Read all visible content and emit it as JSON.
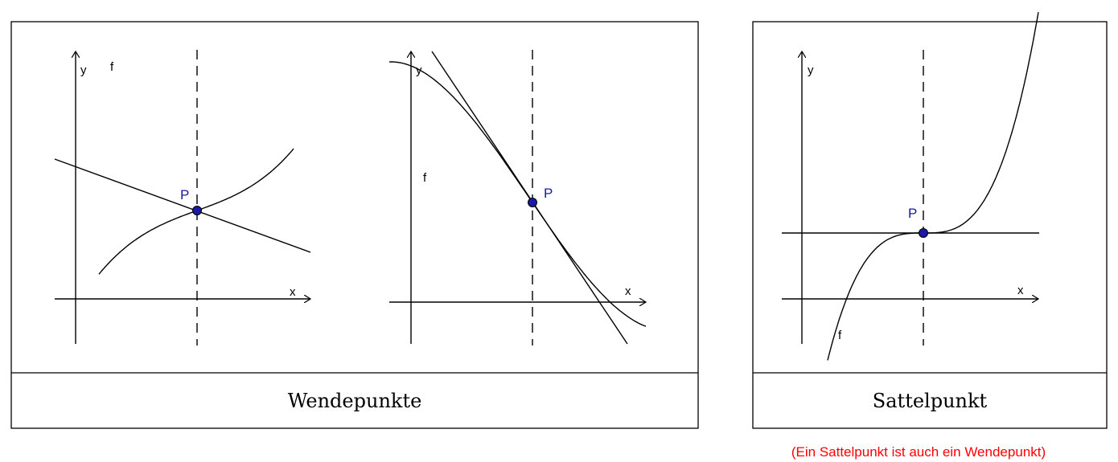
{
  "colors": {
    "line": "#000000",
    "point": "#1a1aa6",
    "note": "#ff0000"
  },
  "panels": [
    {
      "caption": "Wendepunkte",
      "graphs": [
        {
          "x_label": "x",
          "y_label": "y",
          "curve_label": "f",
          "point_label": "P"
        },
        {
          "x_label": "x",
          "y_label": "y",
          "curve_label": "f",
          "point_label": "P"
        }
      ]
    },
    {
      "caption": "Sattelpunkt",
      "graphs": [
        {
          "x_label": "x",
          "y_label": "y",
          "curve_label": "f",
          "point_label": "P"
        }
      ]
    }
  ],
  "note": "(Ein Sattelpunkt ist auch ein Wendepunkt)"
}
